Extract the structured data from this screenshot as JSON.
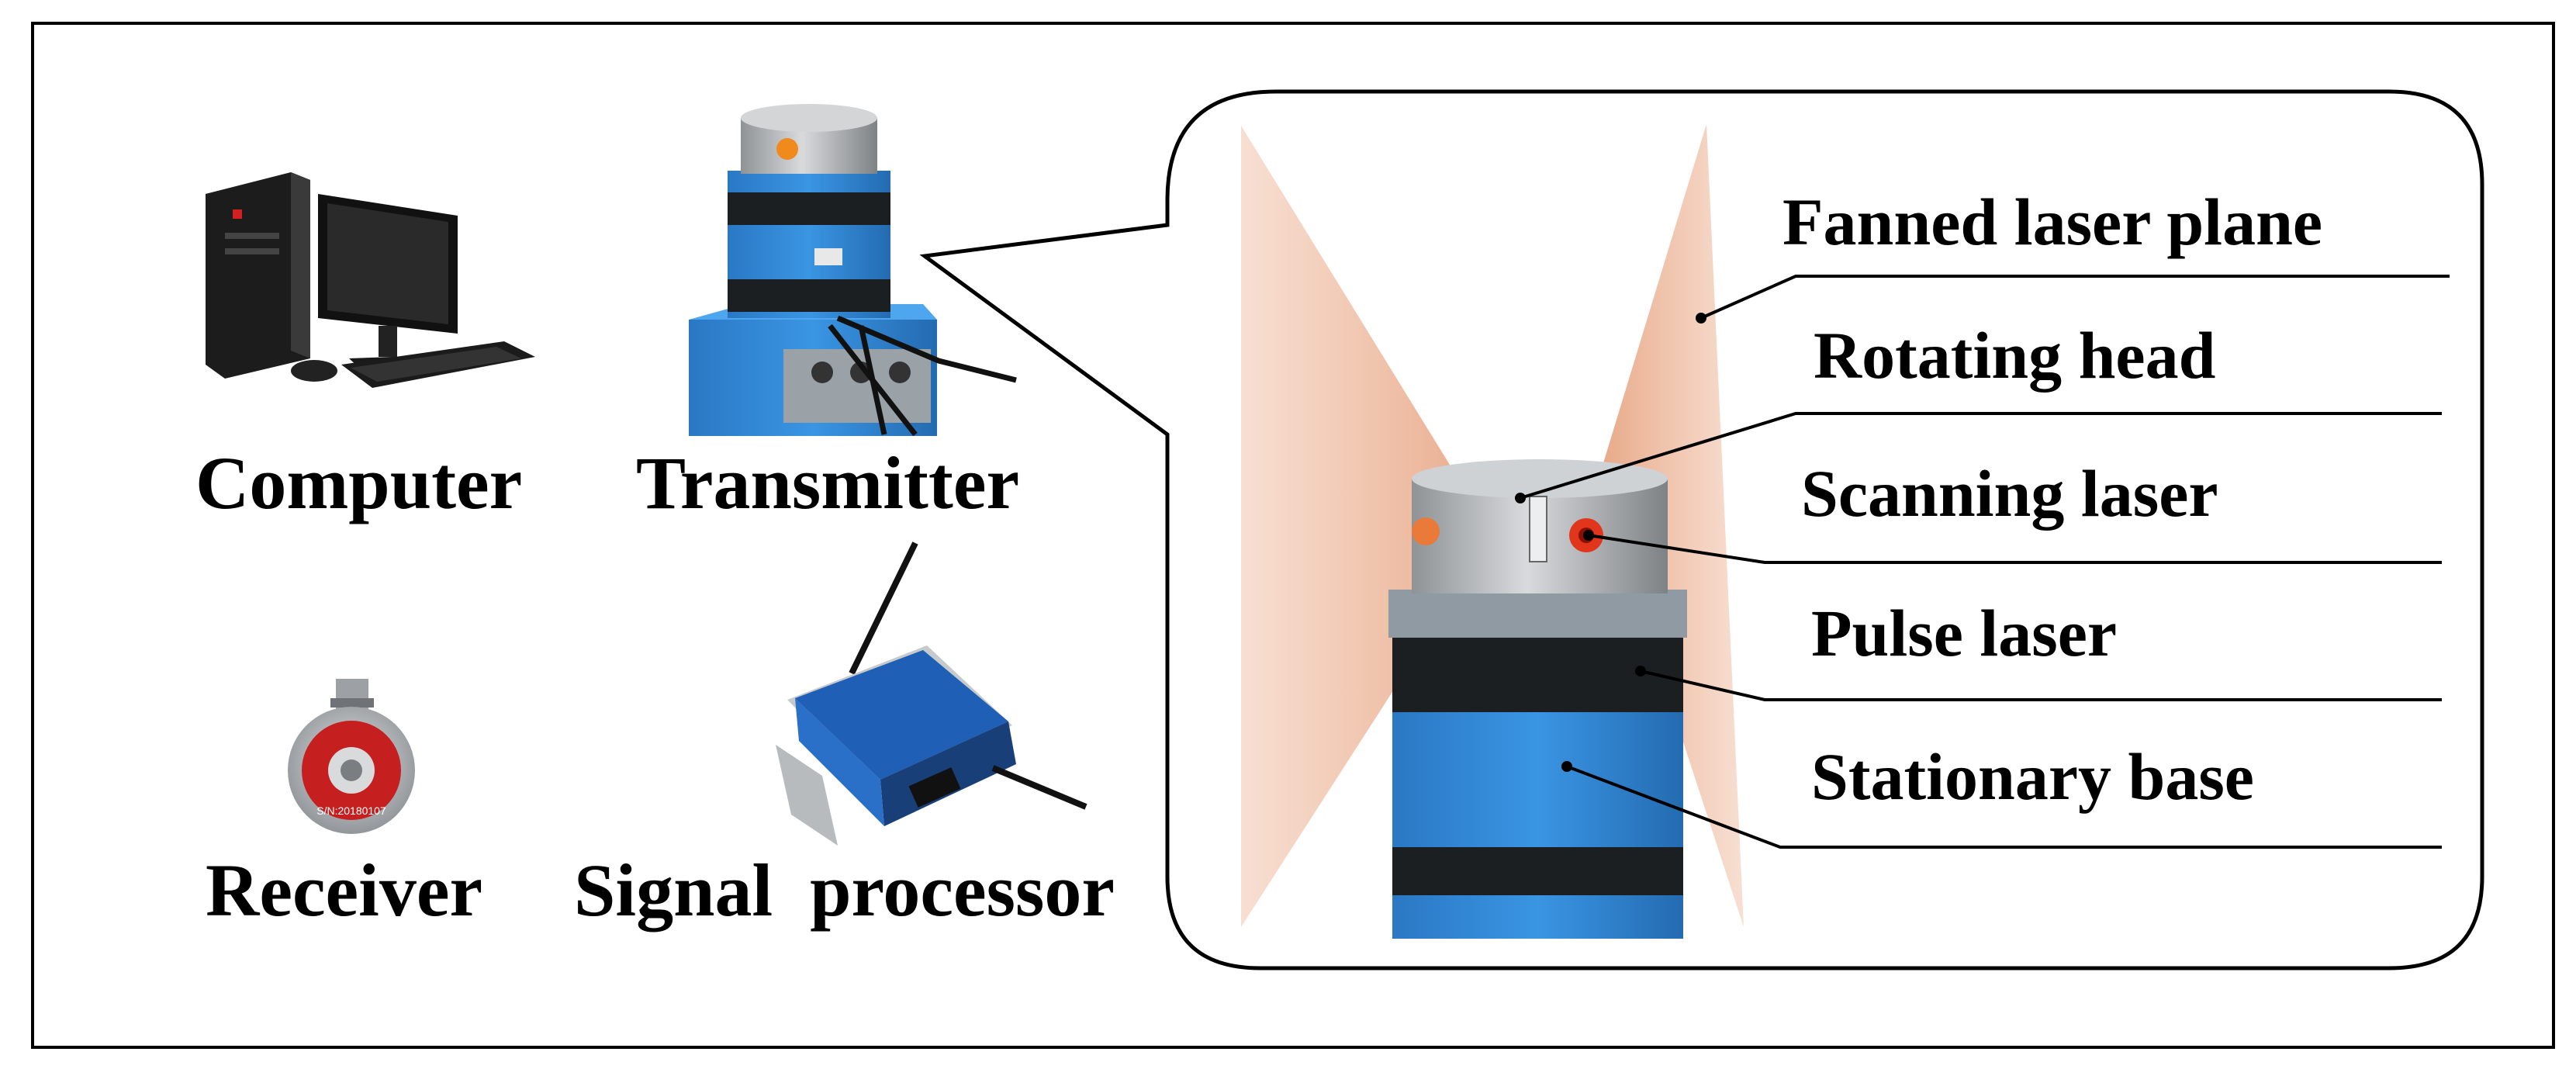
{
  "devices": {
    "computer": "Computer",
    "transmitter": "Transmitter",
    "receiver": "Receiver",
    "signal_processor": "Signal  processor"
  },
  "callout": {
    "fanned_laser_plane": "Fanned laser plane",
    "rotating_head": "Rotating head",
    "scanning_laser": "Scanning laser",
    "pulse_laser": "Pulse laser",
    "stationary_base": "Stationary base"
  },
  "receiver_engraving": "S/N:20180107",
  "colors": {
    "transmitter_blue": "#2f86d6",
    "transmitter_band": "#1b1f22",
    "head_gray": "#b9bcbf",
    "laser_fan": "#e9a47f",
    "scanning_laser_red": "#e2361c",
    "processor_blue": "#1f5fb6",
    "receiver_red": "#c61f1f"
  }
}
